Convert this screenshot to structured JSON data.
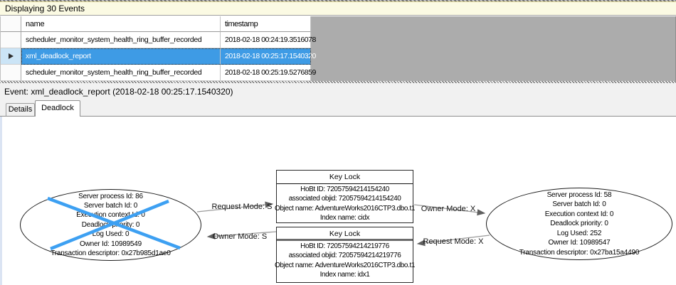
{
  "banner": {
    "title": "Displaying 30 Events"
  },
  "grid": {
    "columns": {
      "name": "name",
      "timestamp": "timestamp"
    },
    "rows": [
      {
        "name": "scheduler_monitor_system_health_ring_buffer_recorded",
        "timestamp": "2018-02-18 00:24:19.3516078"
      },
      {
        "name": "xml_deadlock_report",
        "timestamp": "2018-02-18 00:25:17.1540320"
      },
      {
        "name": "scheduler_monitor_system_health_ring_buffer_recorded",
        "timestamp": "2018-02-18 00:25:19.5276859"
      }
    ],
    "selected_row_index": 1
  },
  "event_line": {
    "text": "Event: xml_deadlock_report (2018-02-18 00:25:17.1540320)"
  },
  "tabs": [
    {
      "label": "Details",
      "active": false
    },
    {
      "label": "Deadlock",
      "active": true
    }
  ],
  "graph": {
    "processes": [
      {
        "victim": true,
        "lines": [
          "Server process Id: 86",
          "Server batch Id: 0",
          "Execution context Id: 0",
          "Deadlock priority: 0",
          "Log Used: 0",
          "Owner Id: 10989549",
          "Transaction descriptor: 0x27b985d1ae0"
        ]
      },
      {
        "victim": false,
        "lines": [
          "Server process Id: 58",
          "Server batch Id: 0",
          "Execution context Id: 0",
          "Deadlock priority: 0",
          "Log Used: 252",
          "Owner Id: 10989547",
          "Transaction descriptor: 0x27ba15a4490"
        ]
      }
    ],
    "resources": [
      {
        "title": "Key Lock",
        "lines": [
          "HoBt ID: 72057594214154240",
          "associated objid: 72057594214154240",
          "Object name: AdventureWorks2016CTP3.dbo.t1",
          "Index name: cidx"
        ]
      },
      {
        "title": "Key Lock",
        "lines": [
          "HoBt ID: 72057594214219776",
          "associated objid: 72057594214219776",
          "Object name: AdventureWorks2016CTP3.dbo.t1",
          "Index name: idx1"
        ]
      }
    ],
    "edges": [
      {
        "label": "Request Mode: S"
      },
      {
        "label": "Owner Mode: S"
      },
      {
        "label": "Owner Mode: X"
      },
      {
        "label": "Request Mode: X"
      }
    ],
    "colors": {
      "selection_blue": "#3e9be5",
      "victim_cross_blue": "#3da0f2",
      "banner_background": "#fbfae3"
    }
  }
}
